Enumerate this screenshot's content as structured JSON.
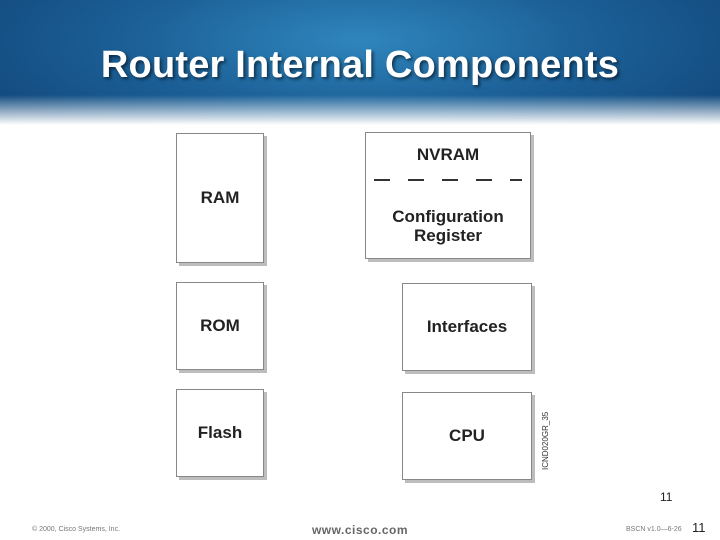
{
  "slide": {
    "title": "Router Internal Components",
    "page_number": "11"
  },
  "components": {
    "ram": "RAM",
    "rom": "ROM",
    "flash": "Flash",
    "nvram": "NVRAM",
    "config_line1": "Configuration",
    "config_line2": "Register",
    "interfaces": "Interfaces",
    "cpu": "CPU"
  },
  "figure_id": "ICND020GR_35",
  "footer": {
    "copyright": "© 2000, Cisco Systems, Inc.",
    "url": "www.cisco.com",
    "course_code": "BSCN v1.0—6-26",
    "page": "11"
  }
}
